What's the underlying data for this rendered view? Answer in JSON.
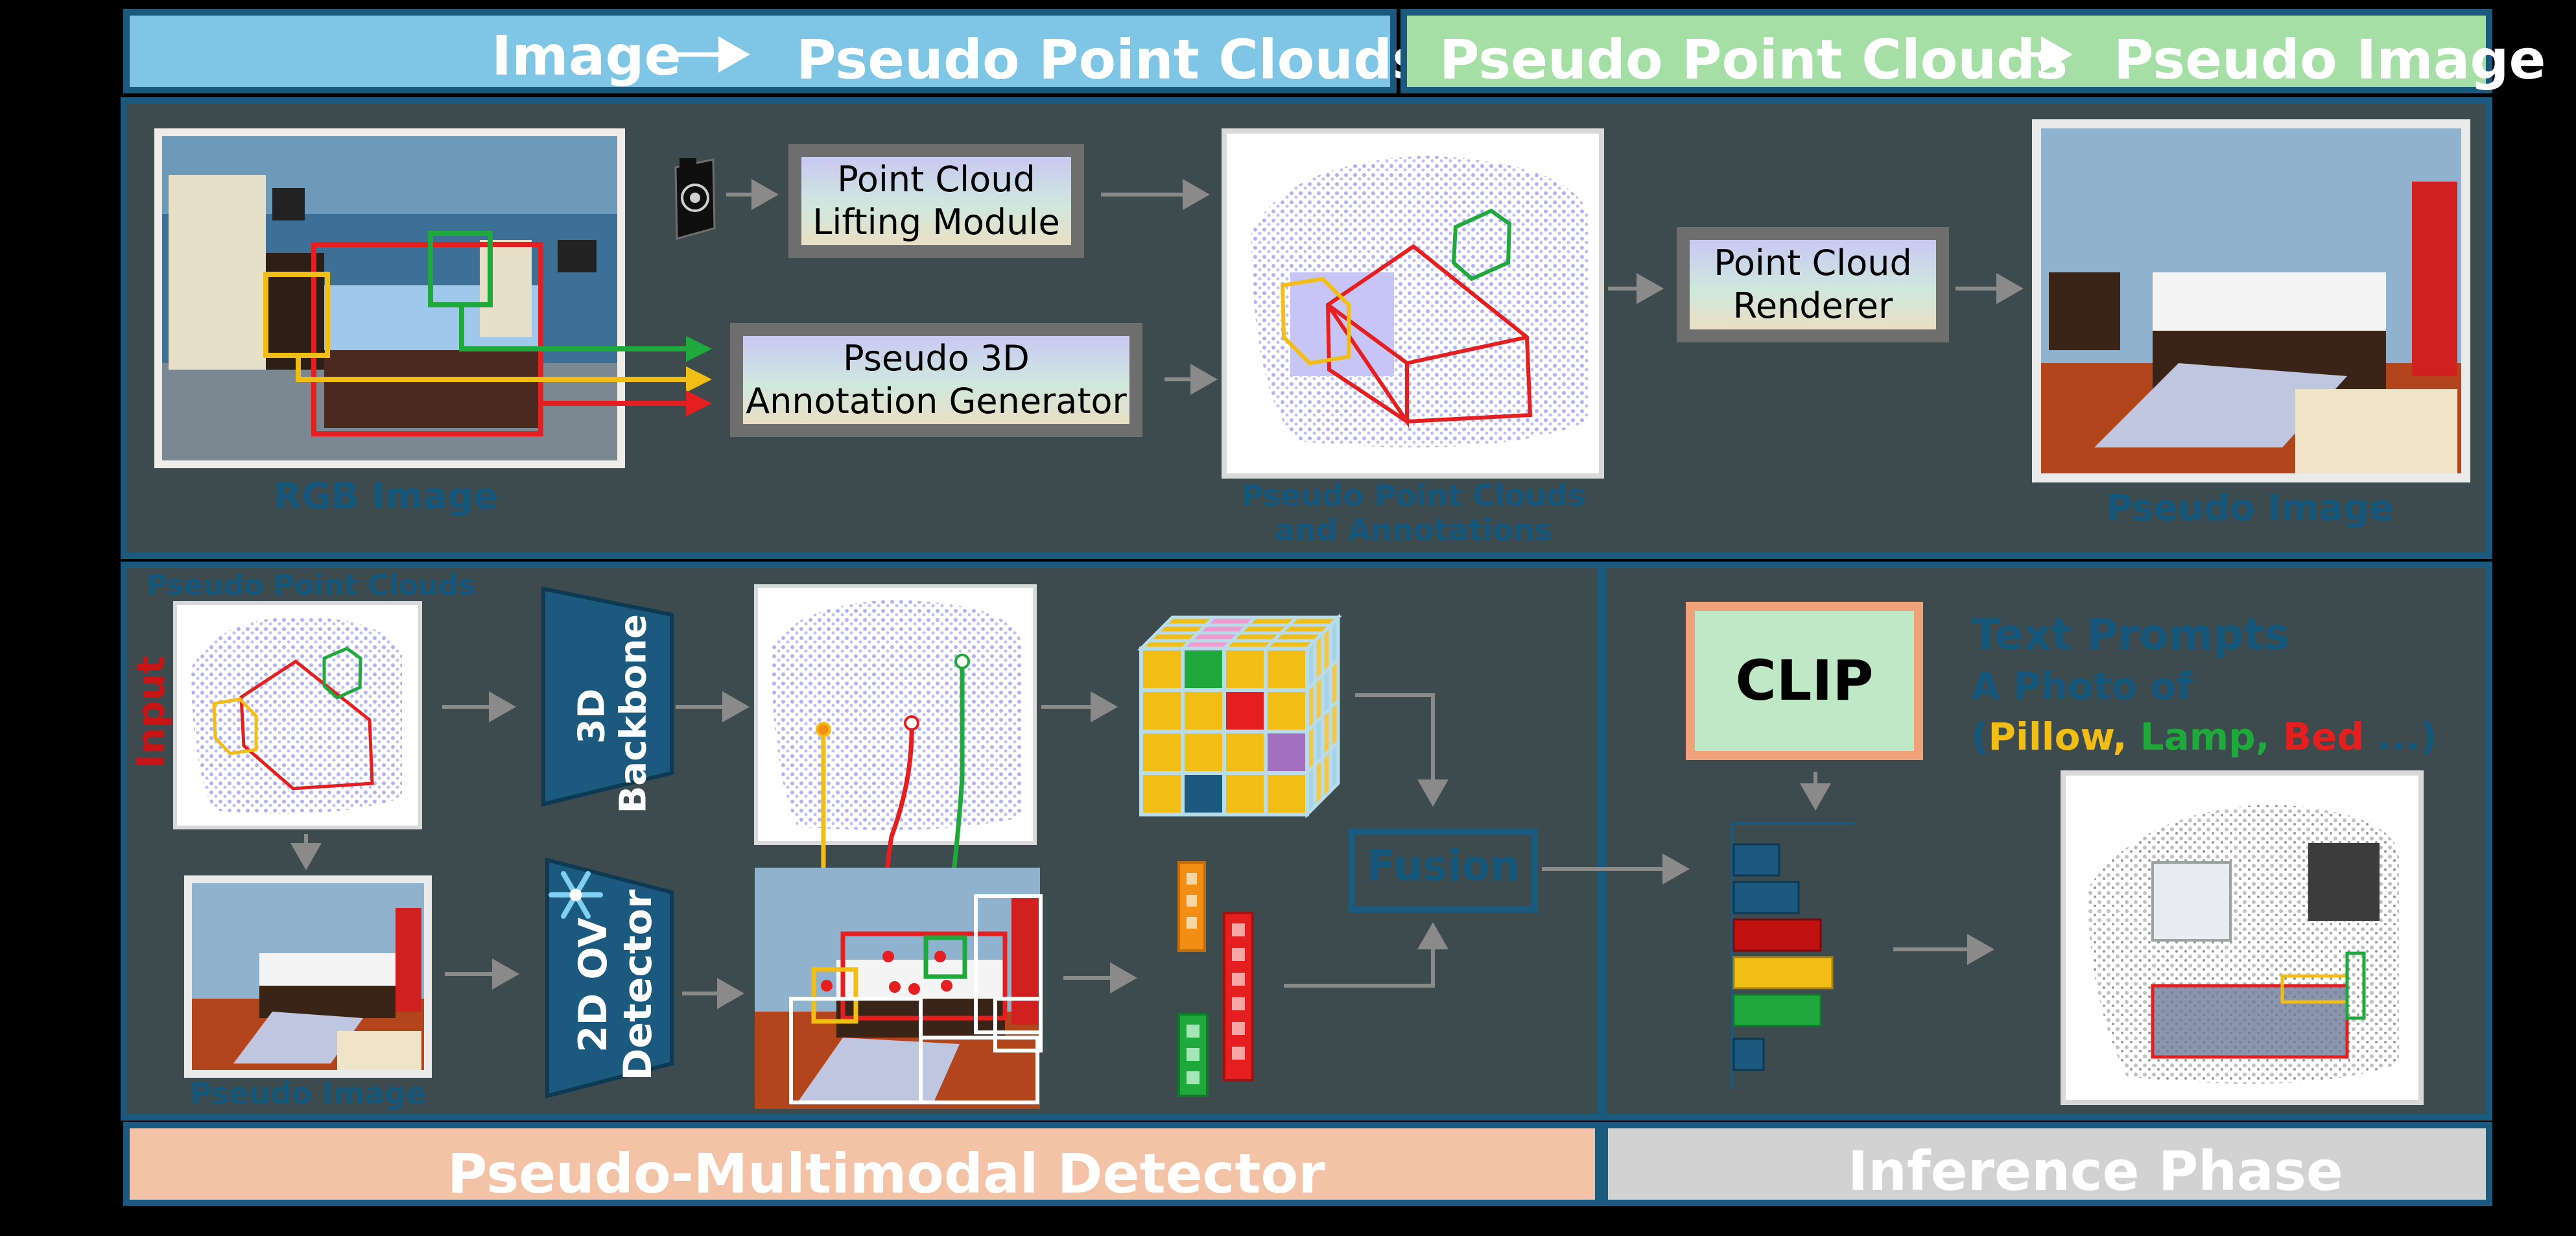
{
  "banners": {
    "top_left_a": "Image",
    "top_left_b": "Pseudo Point Clouds",
    "top_right_a": "Pseudo Point Clouds",
    "top_right_b": "Pseudo Image",
    "bottom_left": "Pseudo-Multimodal Detector",
    "bottom_right": "Inference Phase"
  },
  "top_panel": {
    "rgb_caption": "RGB Image",
    "lifting_line1": "Point Cloud",
    "lifting_line2": "Lifting Module",
    "annot_line1": "Pseudo 3D",
    "annot_line2": "Annotation Generator",
    "pc_caption_line1": "Pseudo Point Clouds",
    "pc_caption_line2": "and Annotations",
    "renderer_line1": "Point Cloud",
    "renderer_line2": "Renderer",
    "pseudo_image_caption": "Pseudo Image"
  },
  "bottom_left": {
    "pc_caption": "Pseudo Point Clouds",
    "input_label": "Input",
    "backbone_line1": "3D",
    "backbone_line2": "Backbone",
    "detector_line1": "2D OV",
    "detector_line2": "Detector",
    "pseudo_image_caption": "Pseudo Image",
    "fusion_label": "Fusion"
  },
  "bottom_right": {
    "clip_label": "CLIP",
    "prompt_title": "Text Prompts",
    "prompt_line": "A Photo of",
    "prompt_open": "(",
    "class_pillow": "Pillow,",
    "class_lamp": "Lamp,",
    "class_bed": "Bed",
    "prompt_close": "...)"
  },
  "colors": {
    "panel": "#3d4a4e",
    "panel_border": "#1b5a7e",
    "banner_blue": "#7ec5e6",
    "banner_green": "#a6dfa6",
    "banner_peach": "#f4c2a6",
    "banner_gray": "#d2d2d2",
    "dark_blue": "#1b5a7e",
    "caption_blue": "#14577a",
    "red": "#e51f1f",
    "green": "#1fa93d",
    "yellow": "#f2bd14",
    "lavender": "#a9a8f1"
  },
  "icons": [
    "camera-icon",
    "snowflake-icon",
    "arrow-right-icon"
  ]
}
